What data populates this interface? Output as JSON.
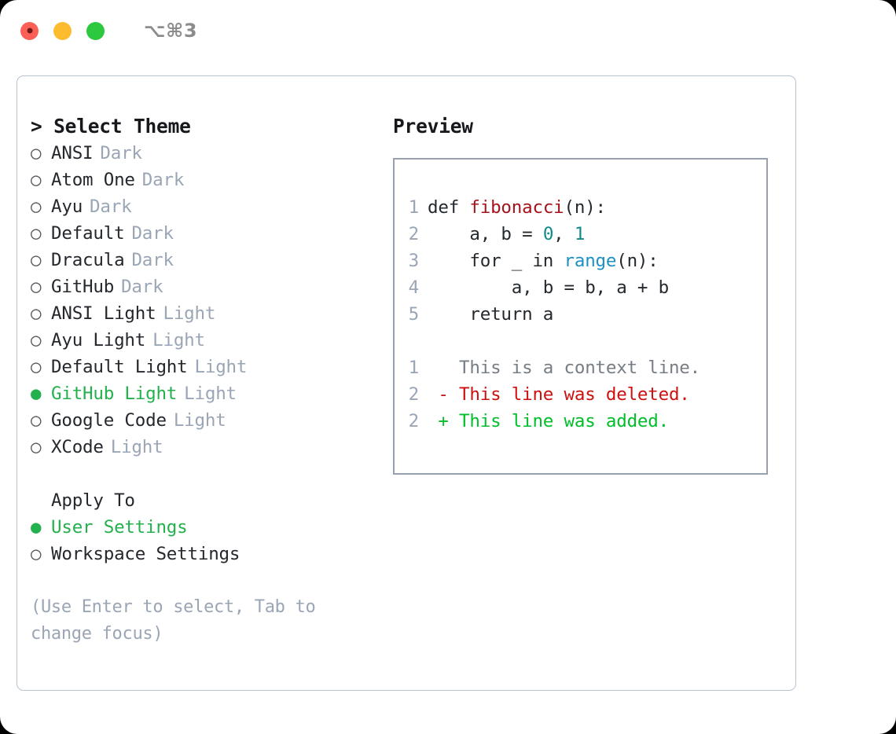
{
  "window": {
    "shortcut": "⌥⌘3",
    "traffic_lights": [
      "close-red",
      "minimize-yellow",
      "maximize-green"
    ]
  },
  "theme_picker": {
    "title": "> Select Theme",
    "title_prefix": ">",
    "options": [
      {
        "bullet": "○",
        "name": "ANSI",
        "kind": "Dark",
        "selected": false
      },
      {
        "bullet": "○",
        "name": "Atom One",
        "kind": "Dark",
        "selected": false
      },
      {
        "bullet": "○",
        "name": "Ayu",
        "kind": "Dark",
        "selected": false
      },
      {
        "bullet": "○",
        "name": "Default",
        "kind": "Dark",
        "selected": false
      },
      {
        "bullet": "○",
        "name": "Dracula",
        "kind": "Dark",
        "selected": false
      },
      {
        "bullet": "○",
        "name": "GitHub",
        "kind": "Dark",
        "selected": false
      },
      {
        "bullet": "○",
        "name": "ANSI Light",
        "kind": "Light",
        "selected": false
      },
      {
        "bullet": "○",
        "name": "Ayu Light",
        "kind": "Light",
        "selected": false
      },
      {
        "bullet": "○",
        "name": "Default Light",
        "kind": "Light",
        "selected": false
      },
      {
        "bullet": "●",
        "name": "GitHub Light",
        "kind": "Light",
        "selected": true
      },
      {
        "bullet": "○",
        "name": "Google Code",
        "kind": "Light",
        "selected": false
      },
      {
        "bullet": "○",
        "name": "XCode",
        "kind": "Light",
        "selected": false
      }
    ]
  },
  "apply_to": {
    "title": "Apply To",
    "options": [
      {
        "bullet": "●",
        "name": "User Settings",
        "selected": true
      },
      {
        "bullet": "○",
        "name": "Workspace Settings",
        "selected": false
      }
    ]
  },
  "hint": "(Use Enter to select, Tab to change focus)",
  "preview": {
    "title": "Preview",
    "code_lines": [
      {
        "num": "1",
        "tokens": [
          {
            "text": "def ",
            "cls": "tok-plain"
          },
          {
            "text": "fibonacci",
            "cls": "tok-fn"
          },
          {
            "text": "(n):",
            "cls": "tok-plain"
          }
        ]
      },
      {
        "num": "2",
        "tokens": [
          {
            "text": "    a, b = ",
            "cls": "tok-plain"
          },
          {
            "text": "0",
            "cls": "tok-num"
          },
          {
            "text": ", ",
            "cls": "tok-plain"
          },
          {
            "text": "1",
            "cls": "tok-num"
          }
        ]
      },
      {
        "num": "3",
        "tokens": [
          {
            "text": "    for _ in ",
            "cls": "tok-plain"
          },
          {
            "text": "range",
            "cls": "tok-builtin"
          },
          {
            "text": "(n):",
            "cls": "tok-plain"
          }
        ]
      },
      {
        "num": "4",
        "tokens": [
          {
            "text": "        a, b = b, a + b",
            "cls": "tok-plain"
          }
        ]
      },
      {
        "num": "5",
        "tokens": [
          {
            "text": "    return a",
            "cls": "tok-plain"
          }
        ]
      }
    ],
    "diff_lines": [
      {
        "num": "1",
        "tokens": [
          {
            "text": "   This is a context line.",
            "cls": "tok-ctx"
          }
        ]
      },
      {
        "num": "2",
        "tokens": [
          {
            "text": " - This line was deleted.",
            "cls": "tok-del"
          }
        ]
      },
      {
        "num": "2",
        "tokens": [
          {
            "text": " + This line was added.",
            "cls": "tok-add"
          }
        ]
      }
    ]
  },
  "colors": {
    "accent_green": "#22b14c",
    "muted": "#9aa5b5",
    "border": "#96a0ae",
    "panel_border": "#b9c2cf",
    "code_fn": "#a4131c",
    "code_num": "#0f8a8a",
    "code_builtin": "#1f8fc4",
    "diff_add": "#00bf2a",
    "diff_del": "#cc1111"
  }
}
